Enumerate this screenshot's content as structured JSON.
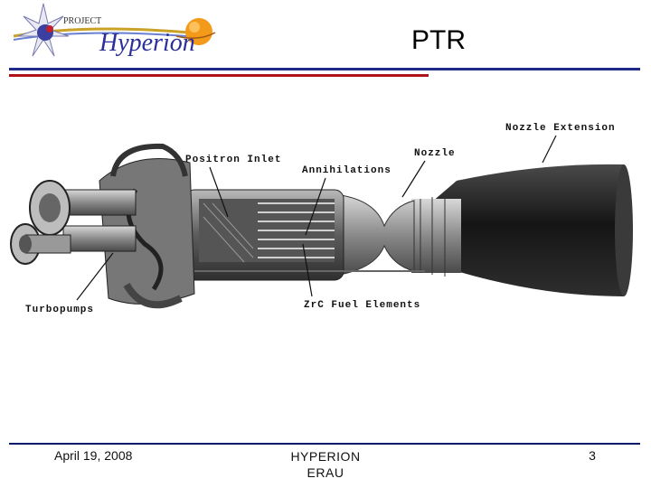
{
  "header": {
    "logo_small": "PROJECT",
    "logo_name": "Hyperion",
    "title": "PTR"
  },
  "diagram": {
    "labels": {
      "nozzle_extension": "Nozzle Extension",
      "nozzle": "Nozzle",
      "positron_inlet": "Positron Inlet",
      "annihilations": "Annihilations",
      "turbopumps": "Turbopumps",
      "fuel_elements": "ZrC Fuel Elements"
    }
  },
  "footer": {
    "date": "April 19, 2008",
    "org_line1": "HYPERION",
    "org_line2": "ERAU",
    "page_number": "3"
  },
  "colors": {
    "rule_blue": "#1f2a8a",
    "rule_red": "#b0121a",
    "footer_rule": "#0b1b6a"
  }
}
